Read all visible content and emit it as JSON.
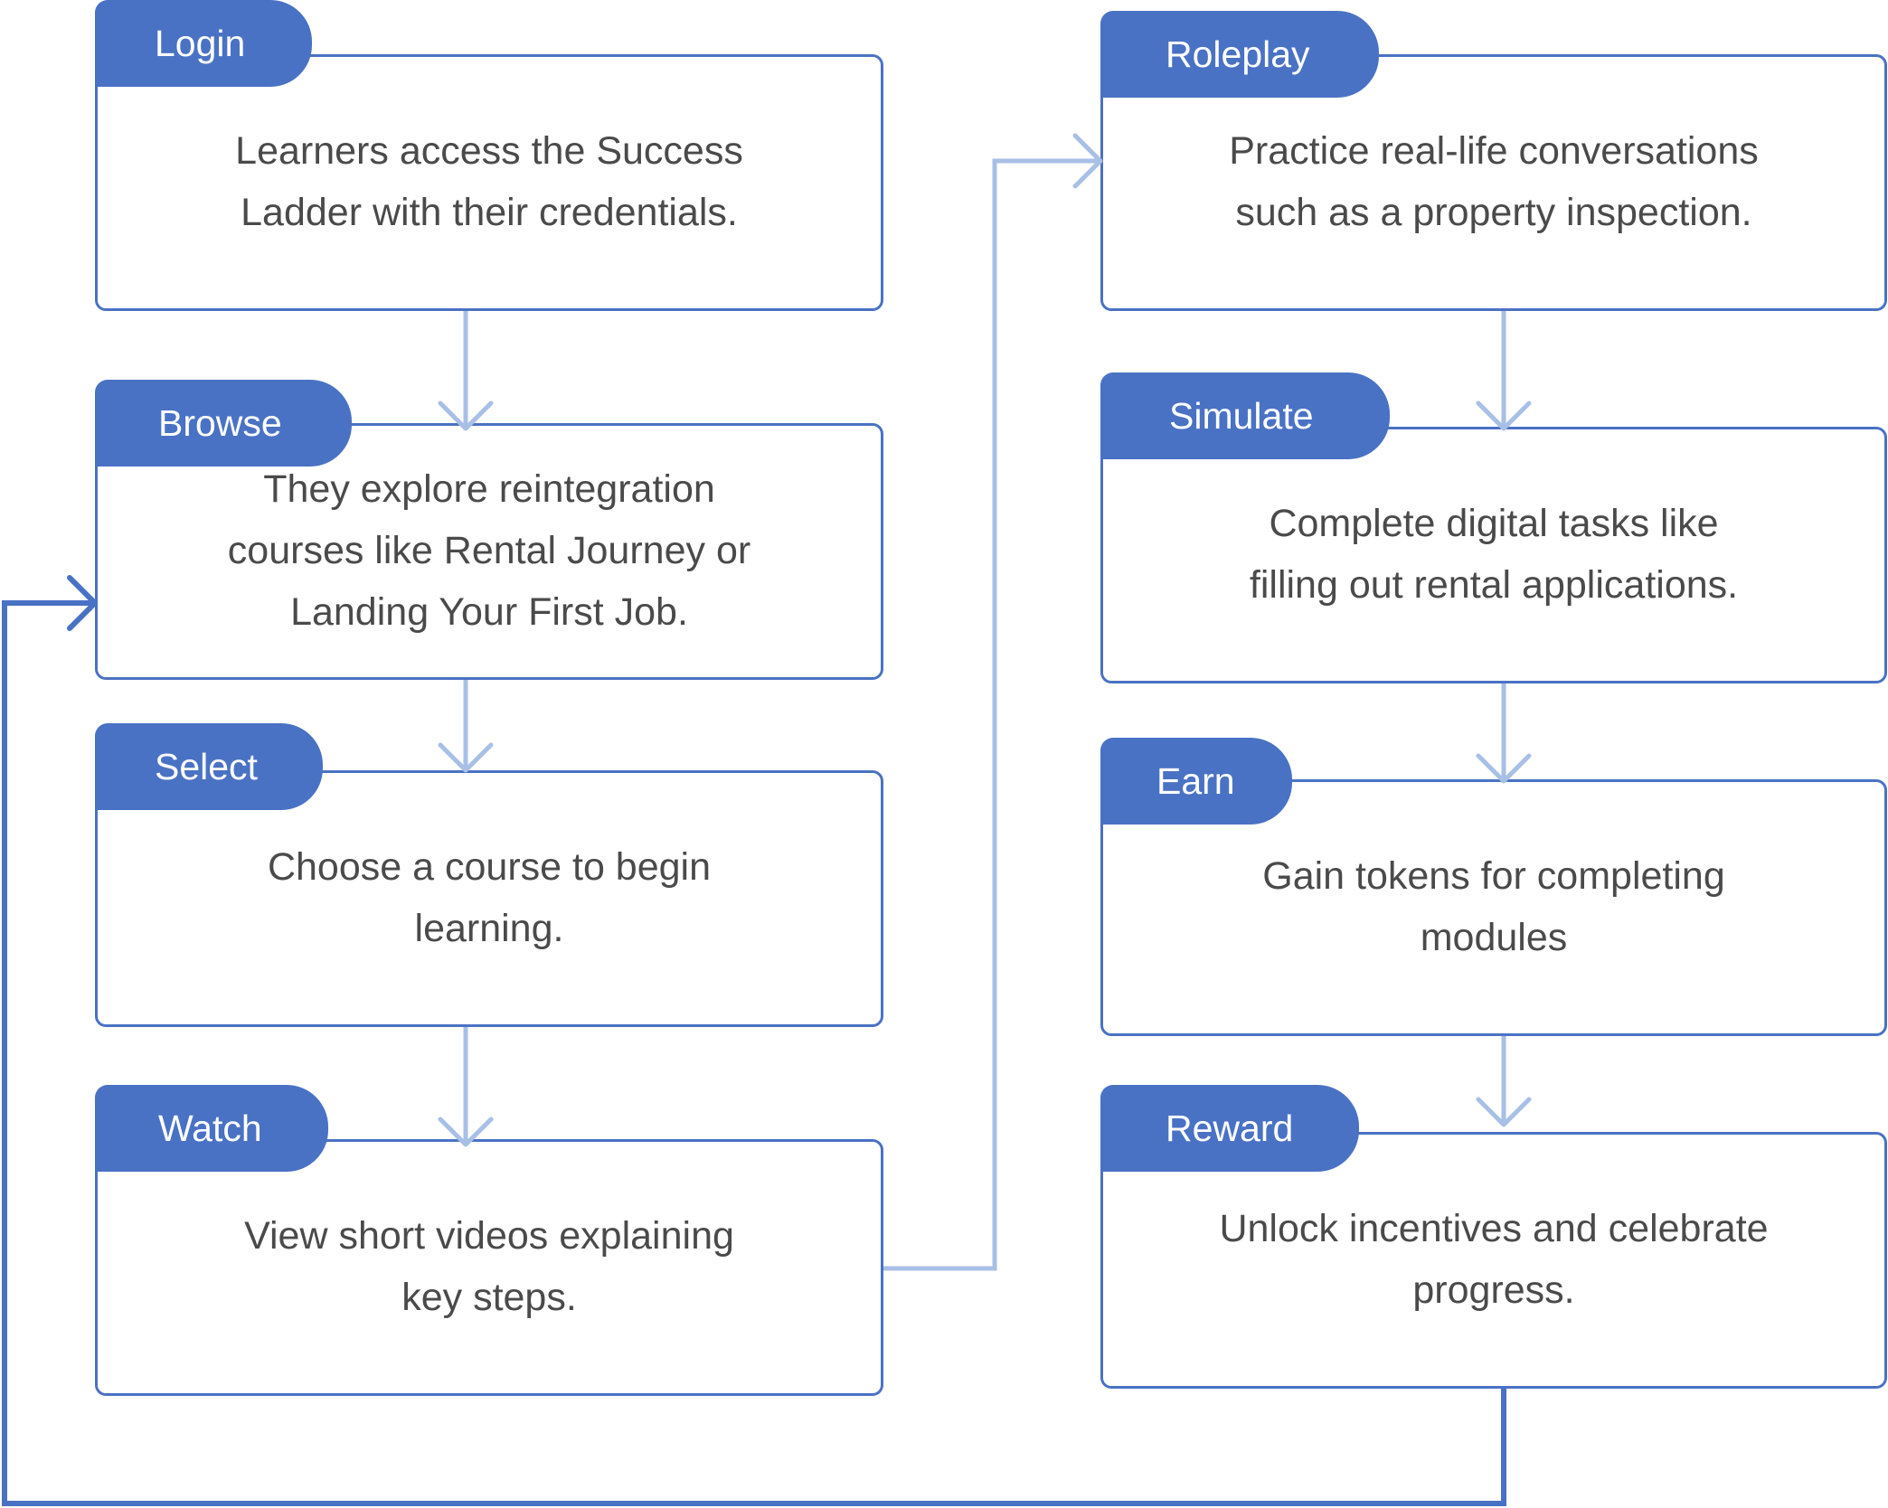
{
  "diagram": {
    "steps": [
      {
        "label": "Login",
        "lines": [
          "Learners access the Success",
          "Ladder with their credentials."
        ]
      },
      {
        "label": "Browse",
        "lines": [
          "They explore reintegration",
          "courses like Rental Journey or",
          "Landing Your First Job."
        ]
      },
      {
        "label": "Select",
        "lines": [
          "Choose a course to begin",
          "learning."
        ]
      },
      {
        "label": "Watch",
        "lines": [
          "View short videos explaining",
          "key steps."
        ]
      },
      {
        "label": "Roleplay",
        "lines": [
          "Practice real-life conversations",
          "such as a property inspection."
        ]
      },
      {
        "label": "Simulate",
        "lines": [
          "Complete digital tasks like",
          "filling out rental applications."
        ]
      },
      {
        "label": "Earn",
        "lines": [
          "Gain tokens for completing",
          "modules"
        ]
      },
      {
        "label": "Reward",
        "lines": [
          "Unlock incentives and celebrate",
          "progress."
        ]
      }
    ],
    "colors": {
      "accent": "#4a72c4",
      "connector": "#a8bfe6",
      "text": "#4a4a4a",
      "tab_text": "#ffffff"
    }
  }
}
